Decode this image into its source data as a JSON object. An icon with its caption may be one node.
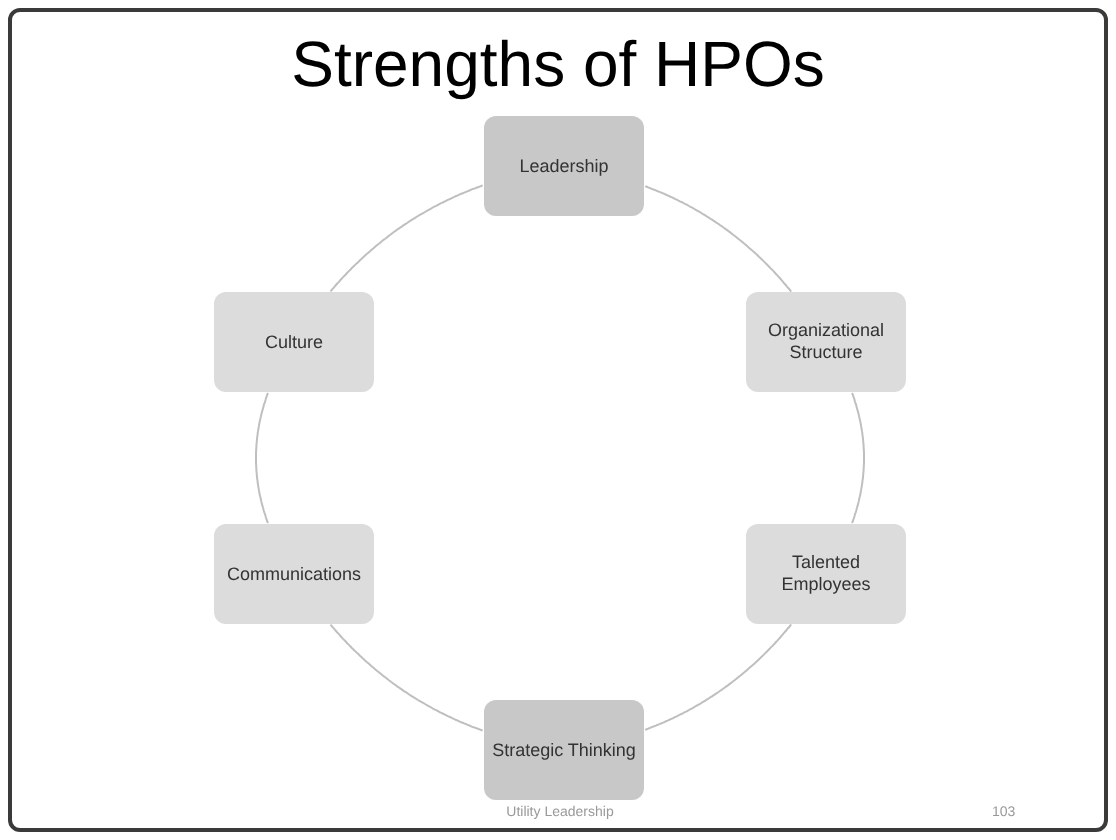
{
  "diagram": {
    "title": "Strengths of HPOs",
    "nodes": [
      {
        "text": [
          "Leadership"
        ]
      },
      {
        "text": [
          "Organizational Structure"
        ]
      },
      {
        "text": [
          "Talented Employees"
        ]
      },
      {
        "text": [
          "Strategic Thinking"
        ]
      },
      {
        "text": [
          "Communications"
        ]
      },
      {
        "text": [
          "Culture"
        ]
      }
    ],
    "edges": [
      {
        "from": 0,
        "to": 1,
        "arrow": "none"
      },
      {
        "from": 1,
        "to": 2,
        "arrow": "none"
      },
      {
        "from": 2,
        "to": 3,
        "arrow": "none"
      },
      {
        "from": 3,
        "to": 4,
        "arrow": "none"
      },
      {
        "from": 4,
        "to": 5,
        "arrow": "none"
      },
      {
        "from": 5,
        "to": 0,
        "arrow": "none"
      }
    ],
    "labels": [
      "Utility Leadership",
      "103"
    ]
  }
}
